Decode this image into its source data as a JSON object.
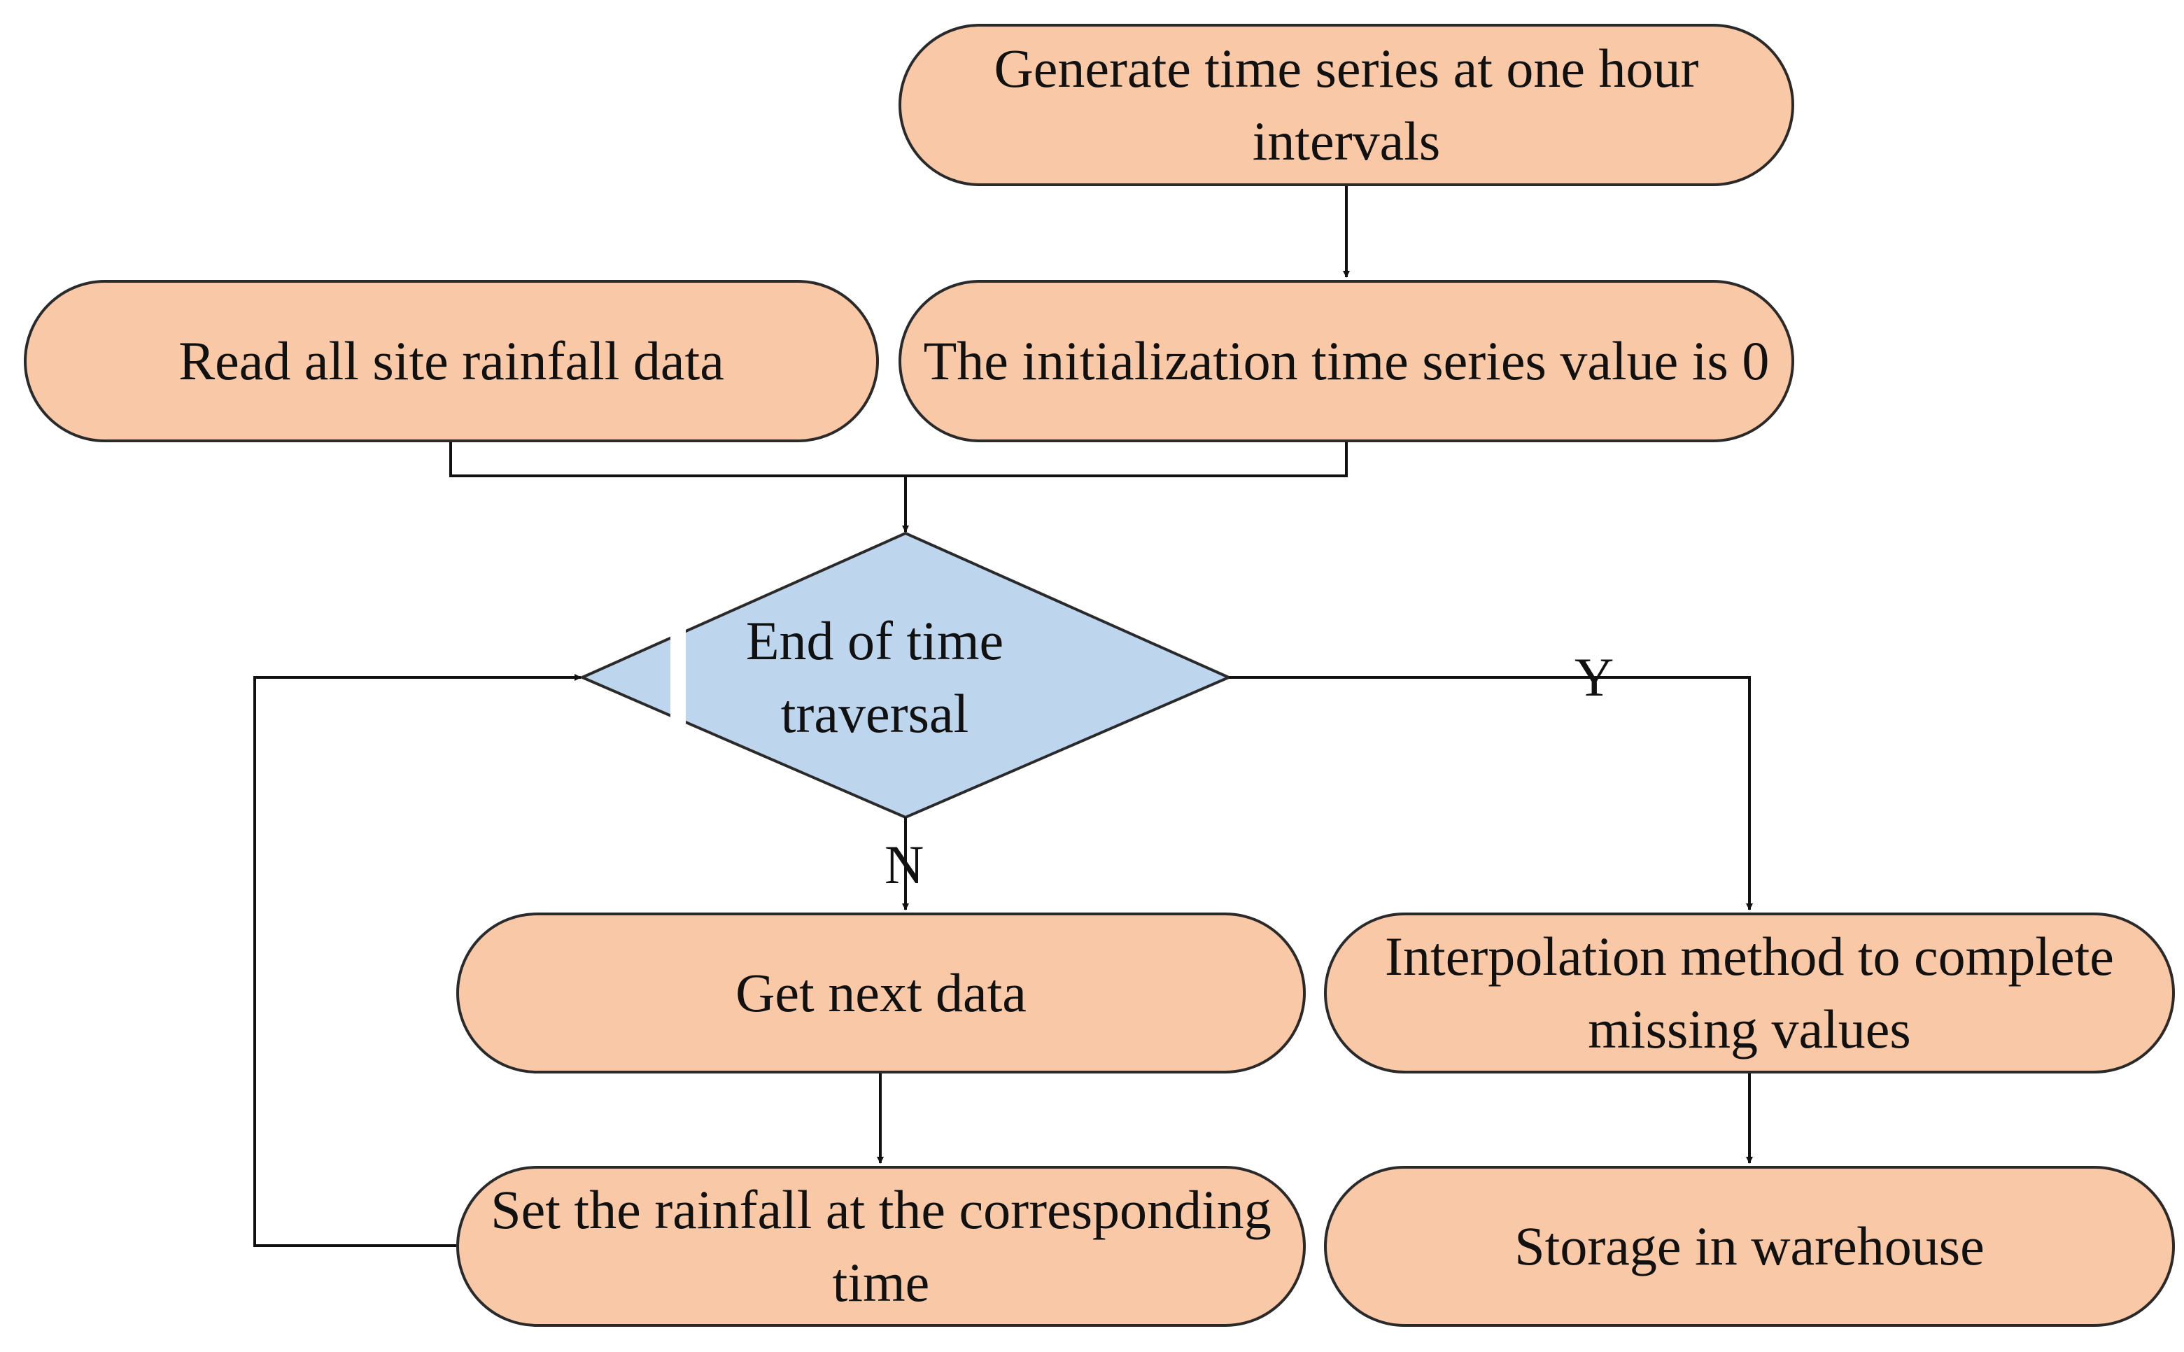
{
  "colors": {
    "process_fill": "#f8c8a7",
    "decision_fill": "#bed5ee",
    "stroke": "#2a2a2a"
  },
  "nodes": {
    "generate": "Generate time series at one hour intervals",
    "initialize": "The initialization time series value is 0",
    "read": "Read all site rainfall data",
    "decision": "End of time traversal",
    "next": "Get next data",
    "set": "Set the rainfall at the corresponding time",
    "interpolate": "Interpolation method to complete missing values",
    "storage": "Storage in warehouse"
  },
  "edge_labels": {
    "yes": "Y",
    "no": "N"
  }
}
